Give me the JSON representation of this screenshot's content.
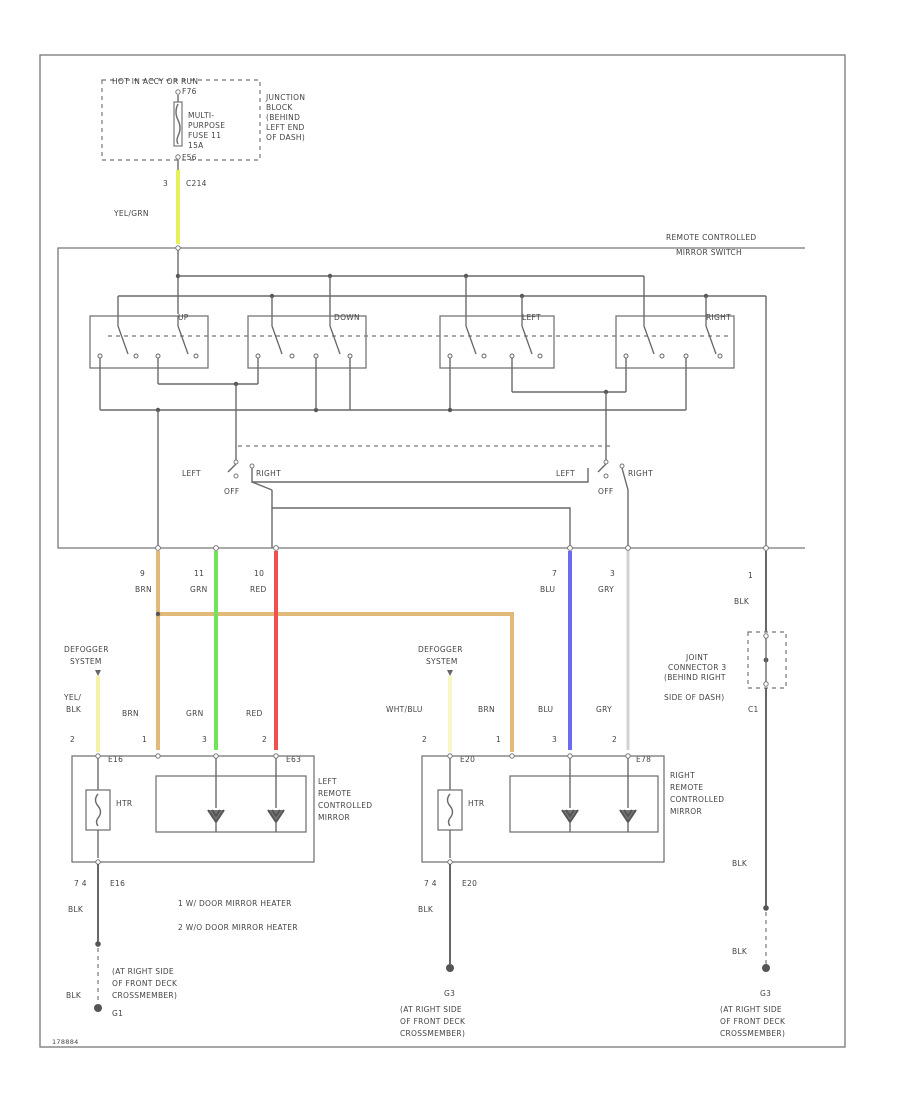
{
  "colors": {
    "wire_yel_grn": "#e6f15a",
    "wire_brn": "#e2b978",
    "wire_grn": "#6fe35a",
    "wire_red": "#f05050",
    "wire_blu": "#6b6bf2",
    "wire_wht_blu": "#f7f6c6",
    "wire_gry": "#e9e9e9"
  },
  "power": {
    "hot_label": "HOT IN ACCY OR RUN",
    "fuse_pin_top": "F76",
    "fuse_label_1": "MULTI-",
    "fuse_label_2": "PURPOSE",
    "fuse_label_3": "FUSE 11",
    "fuse_label_4": "15A",
    "fuse_pin_bottom": "F56",
    "jb_label_1": "JUNCTION",
    "jb_label_2": "BLOCK",
    "jb_label_3": "(BEHIND",
    "jb_label_4": "LEFT END",
    "jb_label_5": "OF DASH)",
    "connector_pin": "3",
    "connector_id": "C214",
    "wire_label": "YEL/GRN"
  },
  "switch": {
    "title_1": "REMOTE CONTROLLED",
    "title_2": "MIRROR SWITCH",
    "pos_up": "UP",
    "pos_down": "DOWN",
    "pos_left": "LEFT",
    "pos_right": "RIGHT",
    "sel_left": "LEFT",
    "sel_off": "OFF",
    "sel_right": "RIGHT",
    "sel2_left": "LEFT",
    "sel2_off": "OFF",
    "sel2_right": "RIGHT"
  },
  "pins": {
    "p1_num": "9",
    "p1_color": "BRN",
    "p2_num": "11",
    "p2_color": "GRN",
    "p3_num": "10",
    "p3_color": "RED",
    "p4_num": "7",
    "p4_color": "BLU",
    "p5_num": "3",
    "p5_color": "GRY",
    "p6_num": "1",
    "p6_color": "BLK"
  },
  "joint": {
    "label_1": "JOINT",
    "label_2": "CONNECTOR 3",
    "label_3": "(BEHIND RIGHT",
    "label_4": "SIDE OF DASH)",
    "pin": "C1"
  },
  "left_mirror": {
    "defog_1": "DEFOGGER",
    "defog_2": "SYSTEM",
    "heater_wire_1": "YEL/",
    "heater_wire_2": "BLK",
    "brn": "BRN",
    "grn": "GRN",
    "red": "RED",
    "pin_heater": "2",
    "pin_brn": "1",
    "pin_grn": "3",
    "pin_red": "2",
    "conn_a": "E16",
    "conn_b": "E63",
    "htr": "HTR",
    "label_1": "LEFT",
    "label_2": "REMOTE",
    "label_3": "CONTROLLED",
    "label_4": "MIRROR",
    "gnd_pins": "7   4",
    "gnd_conn": "E16",
    "gnd_wire": "BLK",
    "gnd_wire2": "BLK",
    "gnd_loc_1": "(AT RIGHT SIDE",
    "gnd_loc_2": "OF FRONT DECK",
    "gnd_loc_3": "CROSSMEMBER)",
    "gnd_id": "G1"
  },
  "right_mirror": {
    "defog_1": "DEFOGGER",
    "defog_2": "SYSTEM",
    "heater_wire": "WHT/BLU",
    "brn": "BRN",
    "blu": "BLU",
    "gry": "GRY",
    "pin_heater": "2",
    "pin_brn": "1",
    "pin_blu": "3",
    "pin_gry": "2",
    "conn_a": "E20",
    "conn_b": "E78",
    "htr": "HTR",
    "label_1": "RIGHT",
    "label_2": "REMOTE",
    "label_3": "CONTROLLED",
    "label_4": "MIRROR",
    "gnd_pins": "7   4",
    "gnd_conn": "E20",
    "gnd_wire": "BLK",
    "gnd_id": "G3",
    "gnd_loc_1": "(AT RIGHT SIDE",
    "gnd_loc_2": "OF FRONT DECK",
    "gnd_loc_3": "CROSSMEMBER)"
  },
  "far_ground": {
    "wire_1": "BLK",
    "wire_2": "BLK",
    "gnd_id": "G3",
    "loc_1": "(AT RIGHT SIDE",
    "loc_2": "OF FRONT DECK",
    "loc_3": "CROSSMEMBER)"
  },
  "legend": {
    "item_1": "1   W/ DOOR MIRROR HEATER",
    "item_2": "2   W/O DOOR MIRROR HEATER"
  },
  "footer": {
    "code": "178884"
  }
}
